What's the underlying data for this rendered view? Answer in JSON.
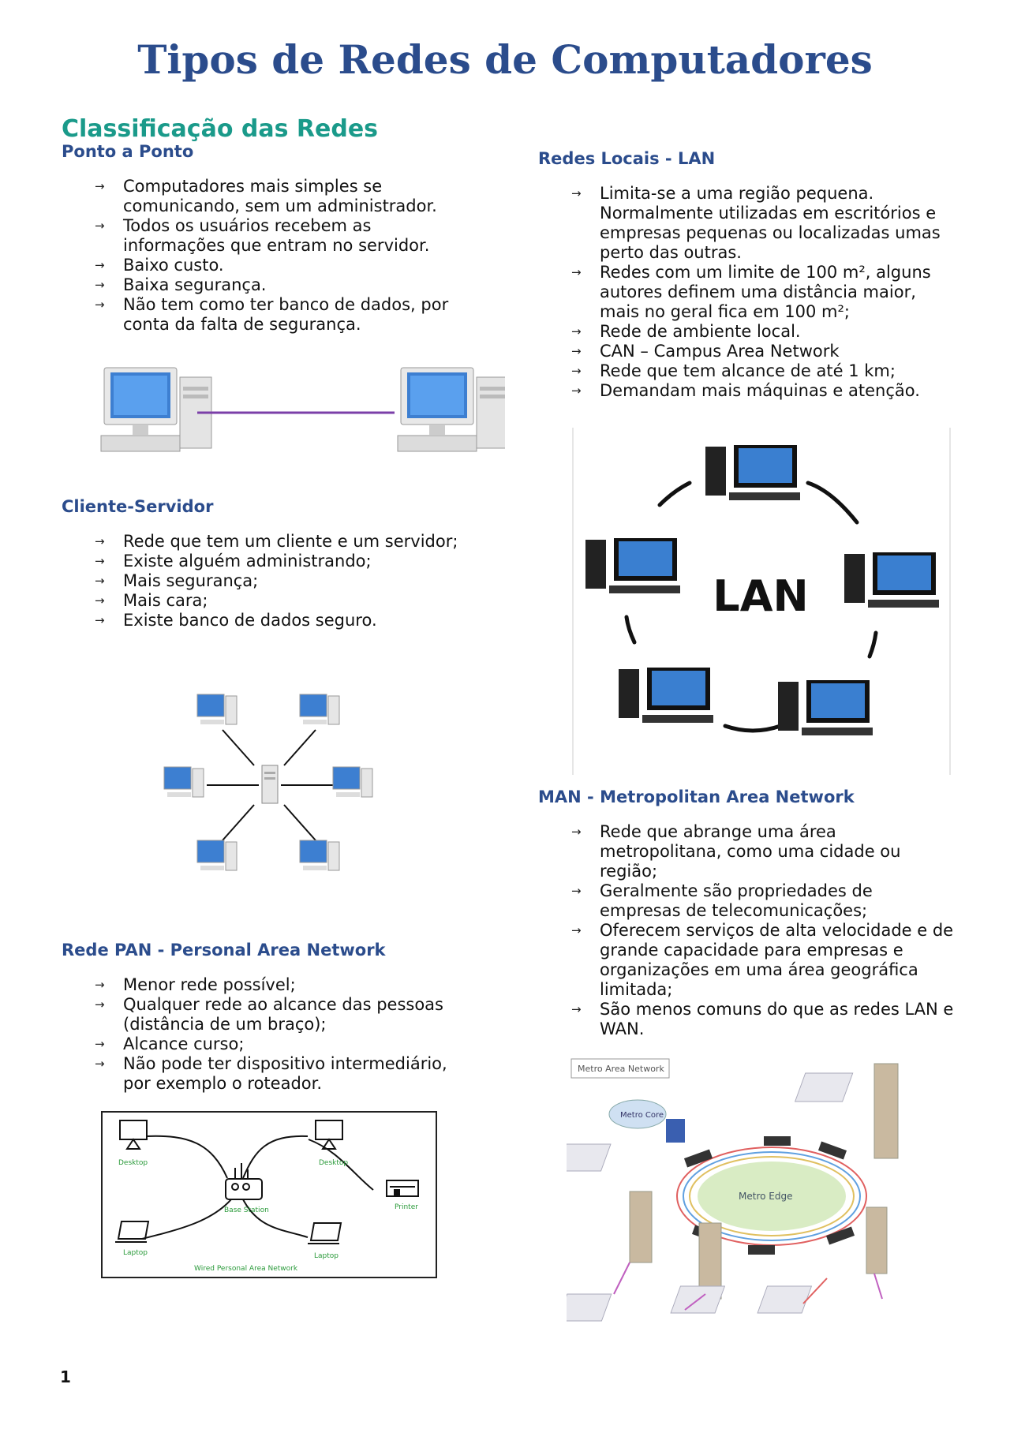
{
  "title": "Tipos de Redes de Computadores",
  "section": "Classificação das Redes",
  "p2p": {
    "heading": "Ponto a Ponto",
    "items": [
      "Computadores mais simples se comunicando, sem um administrador.",
      "Todos os usuários recebem as informações que entram no servidor.",
      "Baixo custo.",
      "Baixa segurança.",
      "Não tem como ter banco de dados, por conta da falta de segurança."
    ]
  },
  "cs": {
    "heading": "Cliente-Servidor",
    "items": [
      "Rede que tem um cliente e um servidor;",
      "Existe alguém administrando;",
      "Mais segurança;",
      "Mais cara;",
      "Existe banco de dados seguro."
    ]
  },
  "pan": {
    "heading": "Rede PAN - Personal Area Network",
    "items": [
      "Menor rede possível;",
      "Qualquer rede ao alcance das pessoas (distância de um braço);",
      "Alcance curso;",
      "Não pode ter dispositivo intermediário, por exemplo o roteador."
    ],
    "diagram": {
      "desktop_a": "Desktop",
      "desktop_b": "Desktop",
      "base_station": "Base Station",
      "printer": "Printer",
      "laptop_a": "Laptop",
      "laptop_b": "Laptop",
      "caption": "Wired Personal Area Network"
    }
  },
  "lan": {
    "heading": "Redes Locais - LAN",
    "items": [
      "Limita-se a uma região pequena. Normalmente utilizadas em escritórios e empresas pequenas ou localizadas umas perto das outras.",
      "Redes com um limite de 100 m², alguns autores definem uma distância maior, mais no geral fica em 100 m²;",
      "Rede de ambiente local.",
      "CAN – Campus Area Network",
      "Rede que tem alcance de até 1 km;",
      "Demandam mais máquinas e atenção."
    ],
    "image_label": "LAN"
  },
  "man": {
    "heading": "MAN - Metropolitan Area Network",
    "items": [
      "Rede que abrange uma área metropolitana, como uma cidade ou região;",
      "Geralmente são propriedades de empresas de telecomunicações;",
      "Oferecem serviços de alta velocidade e de grande capacidade para empresas e organizações em uma área geográfica limitada;",
      "São menos comuns do que as redes LAN e WAN."
    ],
    "diagram": {
      "box_label": "Metro Area Network",
      "core_label": "Metro Core",
      "edge_label": "Metro  Edge"
    }
  },
  "page_number": "1",
  "colors": {
    "title": "#2b4c8c",
    "section": "#1a9a8a",
    "heading": "#2b4c8c"
  }
}
